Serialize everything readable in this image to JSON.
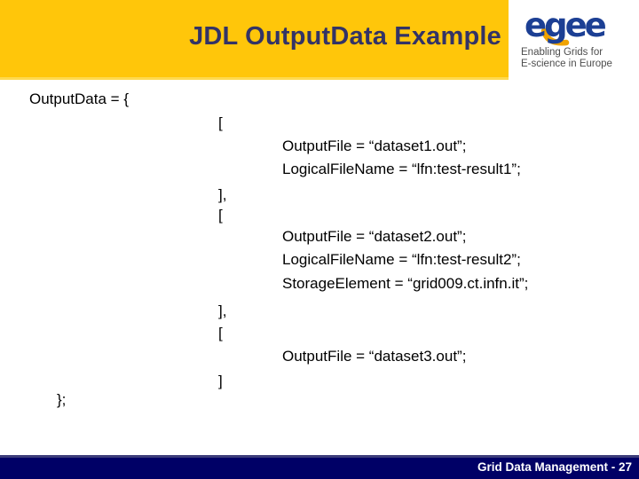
{
  "slide": {
    "title": "JDL OutputData Example",
    "footer_label": "Grid Data Management - 27"
  },
  "logo": {
    "wordmark": "egee",
    "tagline_line1": "Enabling Grids for",
    "tagline_line2": "E-science in Europe"
  },
  "code": {
    "lines": [
      {
        "text": "OutputData = {"
      },
      {
        "text": "["
      },
      {
        "text": "OutputFile = “dataset1.out”;"
      },
      {
        "text": "LogicalFileName = “lfn:test-result1”;"
      },
      {
        "text": "],"
      },
      {
        "text": "["
      },
      {
        "text": "OutputFile = “dataset2.out”;"
      },
      {
        "text": "LogicalFileName = “lfn:test-result2”;"
      },
      {
        "text": "StorageElement = “grid009.ct.infn.it”;"
      },
      {
        "text": "],"
      },
      {
        "text": "["
      },
      {
        "text": "OutputFile = “dataset3.out”;"
      },
      {
        "text": "]"
      },
      {
        "text": "};"
      }
    ]
  },
  "colors": {
    "banner_gold": "#ffc60a",
    "title_navy": "#333366",
    "footer_navy": "#000066",
    "logo_blue": "#1c3f94",
    "logo_arc_gold": "#f0a300",
    "body_text": "#000000"
  }
}
